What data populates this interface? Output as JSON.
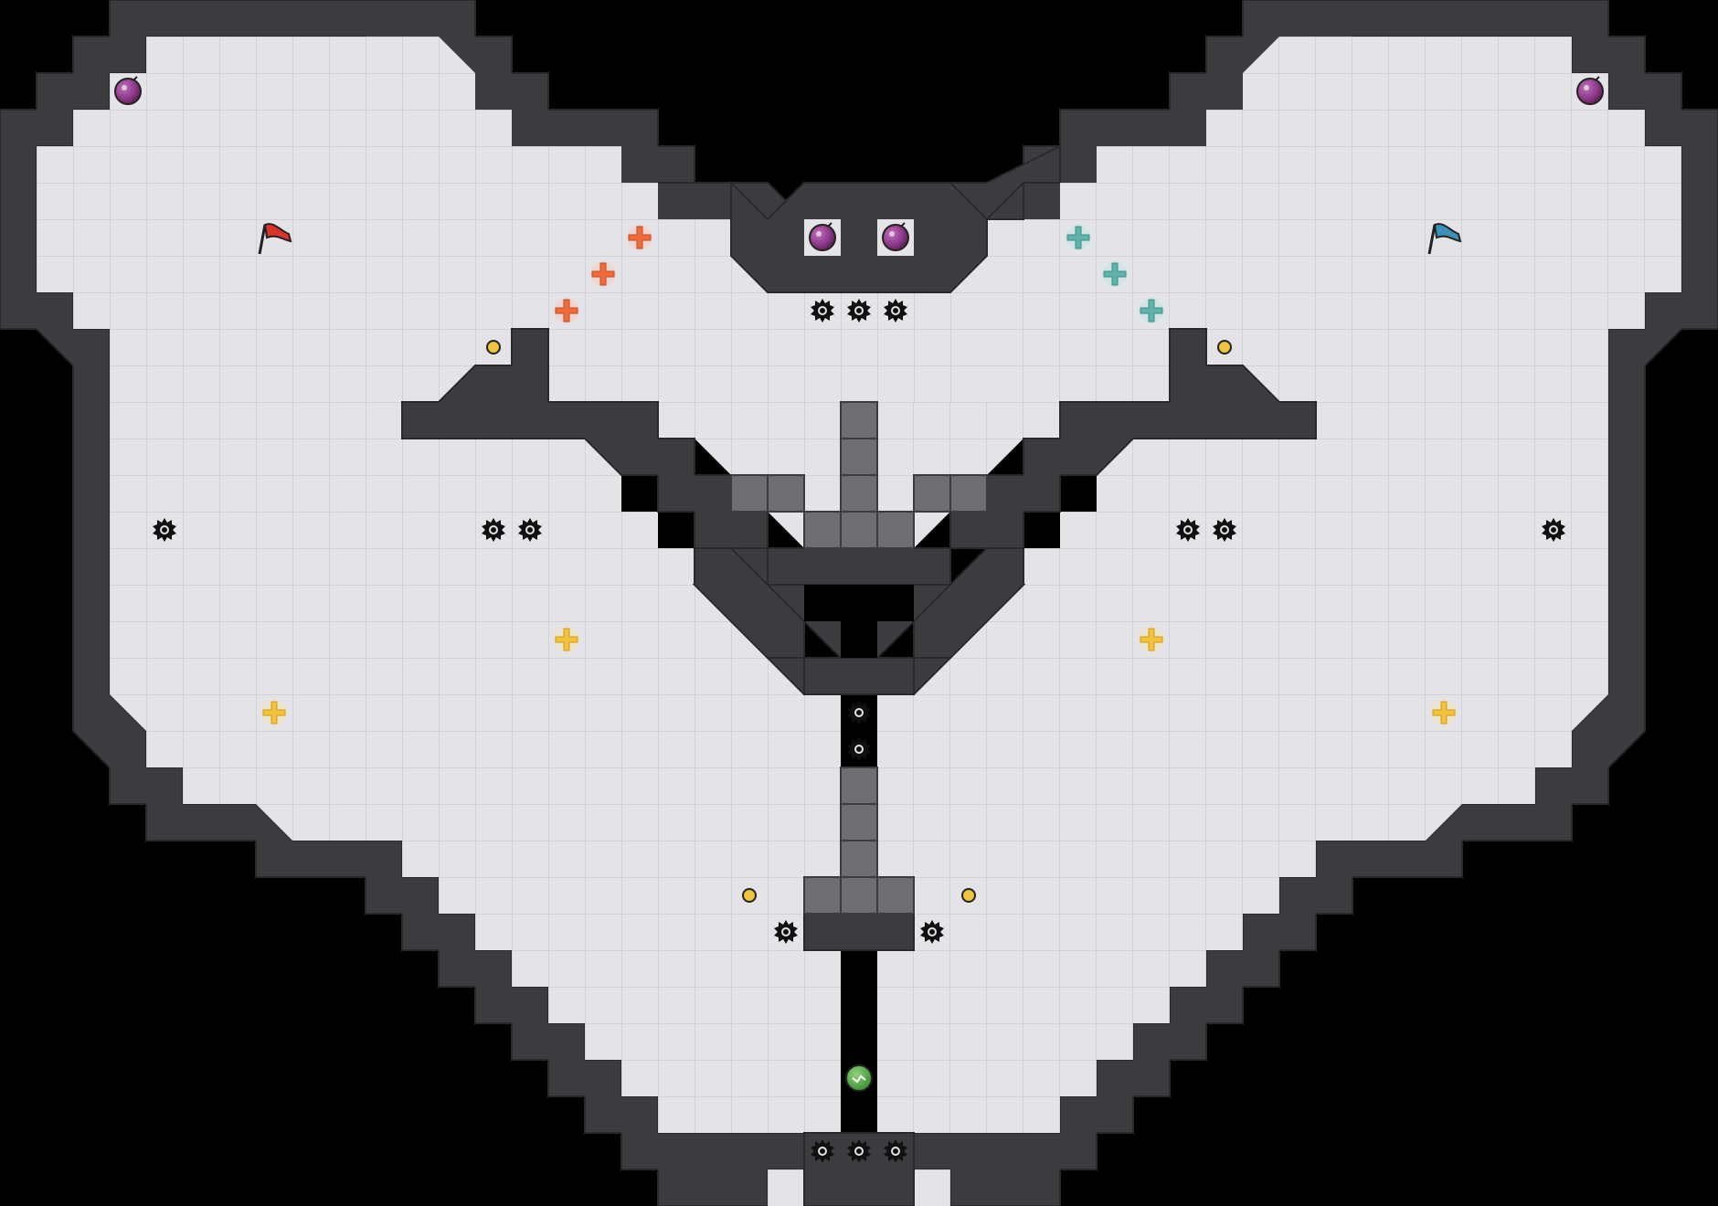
{
  "level": {
    "kind": "symmetric-heart-arena",
    "teams": [
      {
        "id": "red",
        "flag_icon": "red-flag-icon",
        "color": "#d9342b"
      },
      {
        "id": "blue",
        "flag_icon": "blue-flag-icon",
        "color": "#3c8fb5"
      }
    ],
    "colors": {
      "floor": "#e4e4e8",
      "grid_line": "#d2d2d6",
      "wall": "#3d3c40",
      "background": "#000000",
      "boost_red": "#f06a3a",
      "boost_teal": "#5fb3ad",
      "boost_neutral": "#f2c23c",
      "bomb": "#8e3c8c",
      "powerup": "#f2c23c",
      "spike": "#111111",
      "portal": "#53a84a"
    },
    "tile_kinds": [
      "floor",
      "wall",
      "gate",
      "spike",
      "bomb",
      "boost",
      "powerup",
      "flag",
      "portal"
    ],
    "entity_icons": {
      "spike": "spike-icon",
      "bomb": "bomb-icon",
      "boost": "boost-icon",
      "powerup": "powerup-icon",
      "portal": "portal-icon"
    }
  }
}
